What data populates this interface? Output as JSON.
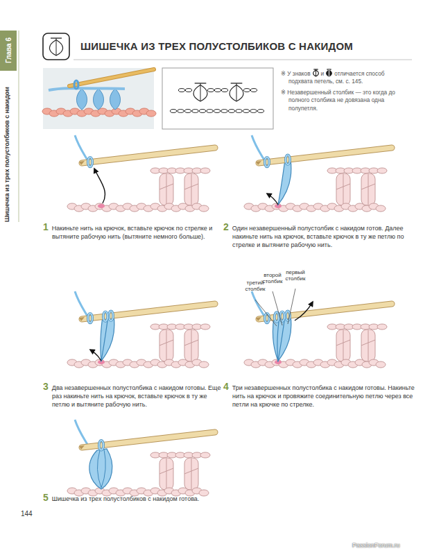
{
  "diagram": {
    "title": "ШИШЕЧКА ИЗ ТРЕХ ПОЛУСТОЛБИКОВ С НАКИДОМ",
    "nodes": [
      {
        "text": [
          "Глава 6"
        ]
      }
    ],
    "labels": [
      "Шишечка из трех полустолбиков с накидом",
      "※ У знаков",
      "и",
      "отличается способ подхвата петель, см. с. 145.",
      "※ Незавершенный столбик — это когда до полного столбика не довязана одна полупетля.",
      "1",
      "Накиньте нить на крючок, вставьте крючок по стрелке и вытяните рабочую нить (вытяните немного больше).",
      "2",
      "Один незавершенный полустолбик с накидом готов. Далее накиньте нить на крючок, вставьте крючок в ту же петлю по стрелке и вытяните рабочую нить.",
      "3",
      "Два незавершенных полустолбика с накидом готовы. Еще раз накиньте нить на крючок, вставьте крючок в ту же петлю и вытяните рабочую нить.",
      "третий столбик",
      "второй столбик",
      "первый столбик",
      "4",
      "Три незавершенных полустолбика с накидом готовы. Накиньте нить на крючок и провяжите соединительную петлю через все петли на крючке по стрелке.",
      "5",
      "Шишечка из трех полустолбиков с накидом готова.",
      "144",
      "PassionForum.ru"
    ]
  }
}
